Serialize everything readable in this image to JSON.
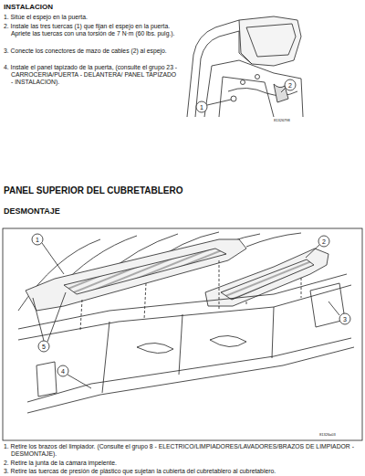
{
  "diagram": {
    "labels": [
      "INSTALACION",
      "1. Sitúe el espejo en la puerta.",
      "2. Instale las tres tuercas (1) que fijan el espejo en la puerta. Apriete las tuercas con una torsión de 7 N·m (60 lbs. pulg.).",
      "3. Conecte los conectores de mazo de cables (2) al espejo.",
      "4. Instale el panel tapizado de la puerta, (consulte el grupo 23 - CARROCERIA/PUERTA - DELANTERA/ PANEL TAPIZADO - INSTALACION).",
      "1",
      "2",
      "81326798",
      "PANEL SUPERIOR DEL CUBRETABLERO",
      "DESMONTAJE",
      "1",
      "2",
      "3",
      "4",
      "5",
      "81326a03",
      "1. Retire los brazos del limpiador. (Consulte el grupo 8 - ELECTRICO/LIMPIADORES/LAVADORES/BRAZOS DE LIMPIADOR - DESMONTAJE).",
      "2. Retire la junta de la cámara impelente.",
      "3. Retire las tuercas de presión de plástico que sujetan la cubierta del cubretablero al cubretablero."
    ]
  }
}
